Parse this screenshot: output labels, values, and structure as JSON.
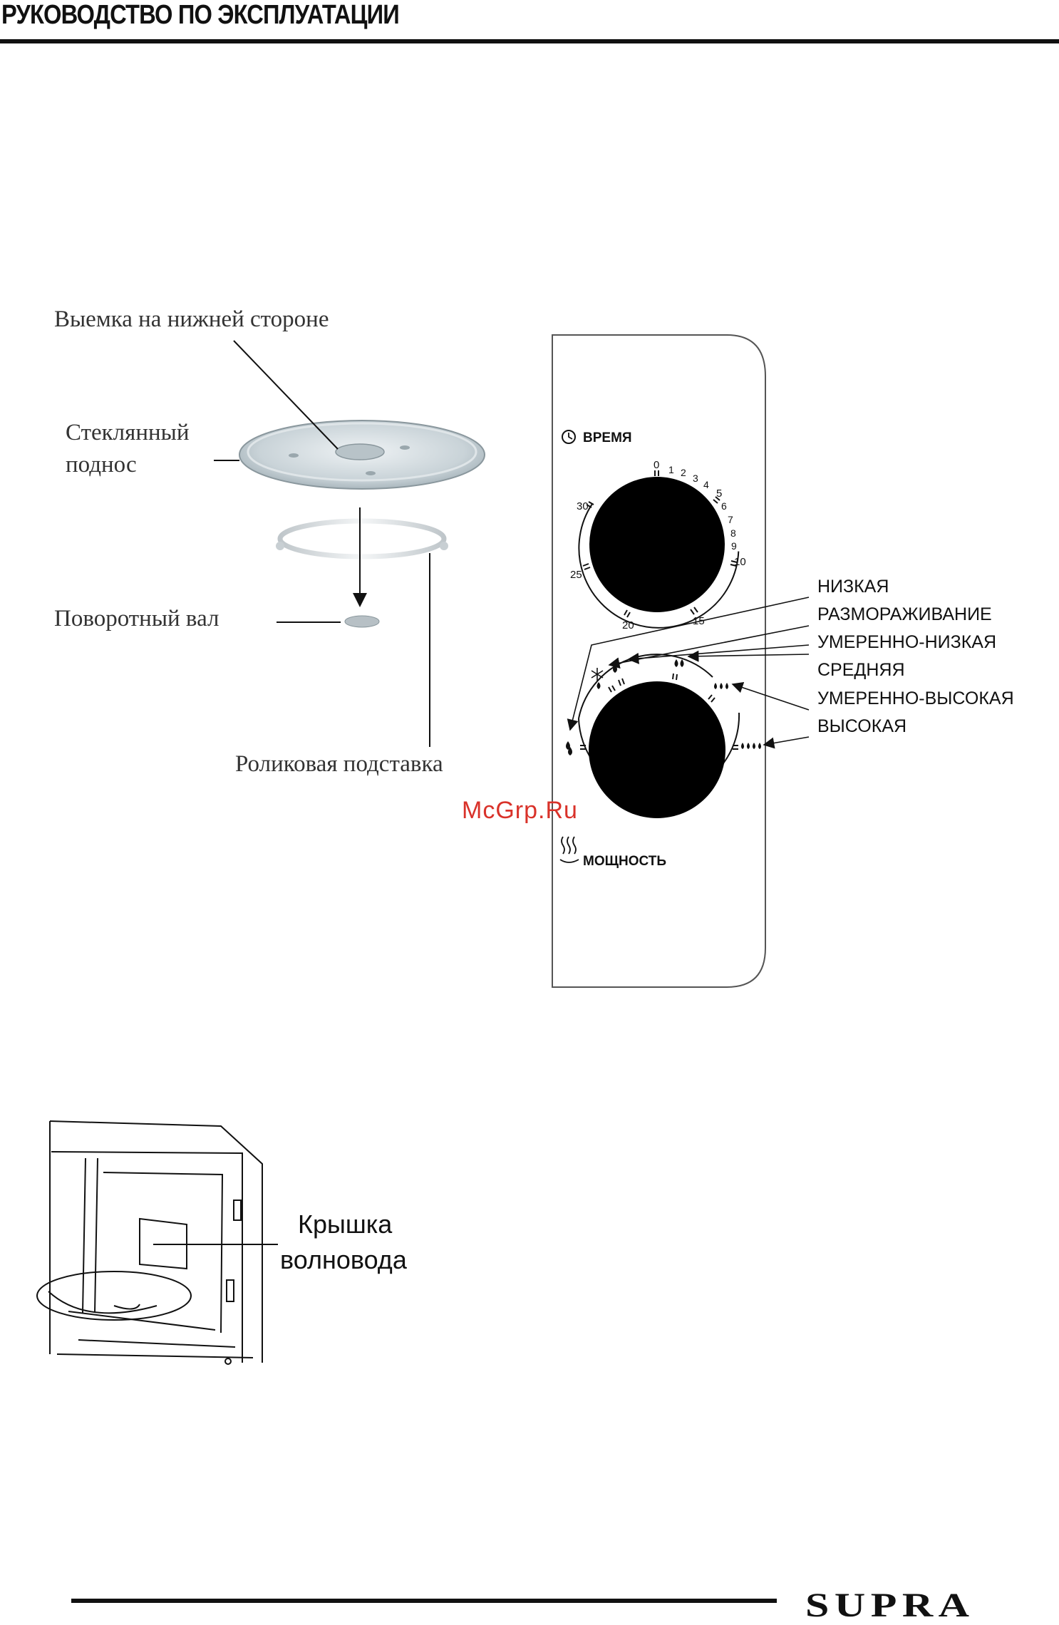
{
  "header": {
    "title": "РУКОВОДСТВО ПО ЭКСПЛУАТАЦИИ"
  },
  "turntable": {
    "labels": {
      "notch": "Выемка на нижней стороне",
      "glass_tray_line1": "Стеклянный",
      "glass_tray_line2": "поднос",
      "shaft": "Поворотный вал",
      "roller": "Роликовая подставка"
    }
  },
  "control_panel": {
    "time_caption": "ВРЕМЯ",
    "power_caption": "МОЩНОСТЬ",
    "time_scale": {
      "big": [
        "0",
        "5",
        "10",
        "15",
        "20",
        "25",
        "30"
      ],
      "small": [
        "1",
        "2",
        "3",
        "4",
        "6",
        "7",
        "8",
        "9"
      ]
    },
    "power_levels": [
      "НИЗКАЯ",
      "РАЗМОРАЖИВАНИЕ",
      "УМЕРЕННО-НИЗКАЯ",
      "СРЕДНЯЯ",
      "УМЕРЕННО-ВЫСОКАЯ",
      "ВЫСОКАЯ"
    ]
  },
  "watermark": "McGrp.Ru",
  "waveguide": {
    "label_line1": "Крышка",
    "label_line2": "волновода"
  },
  "footer": {
    "brand": "SUPRA"
  }
}
